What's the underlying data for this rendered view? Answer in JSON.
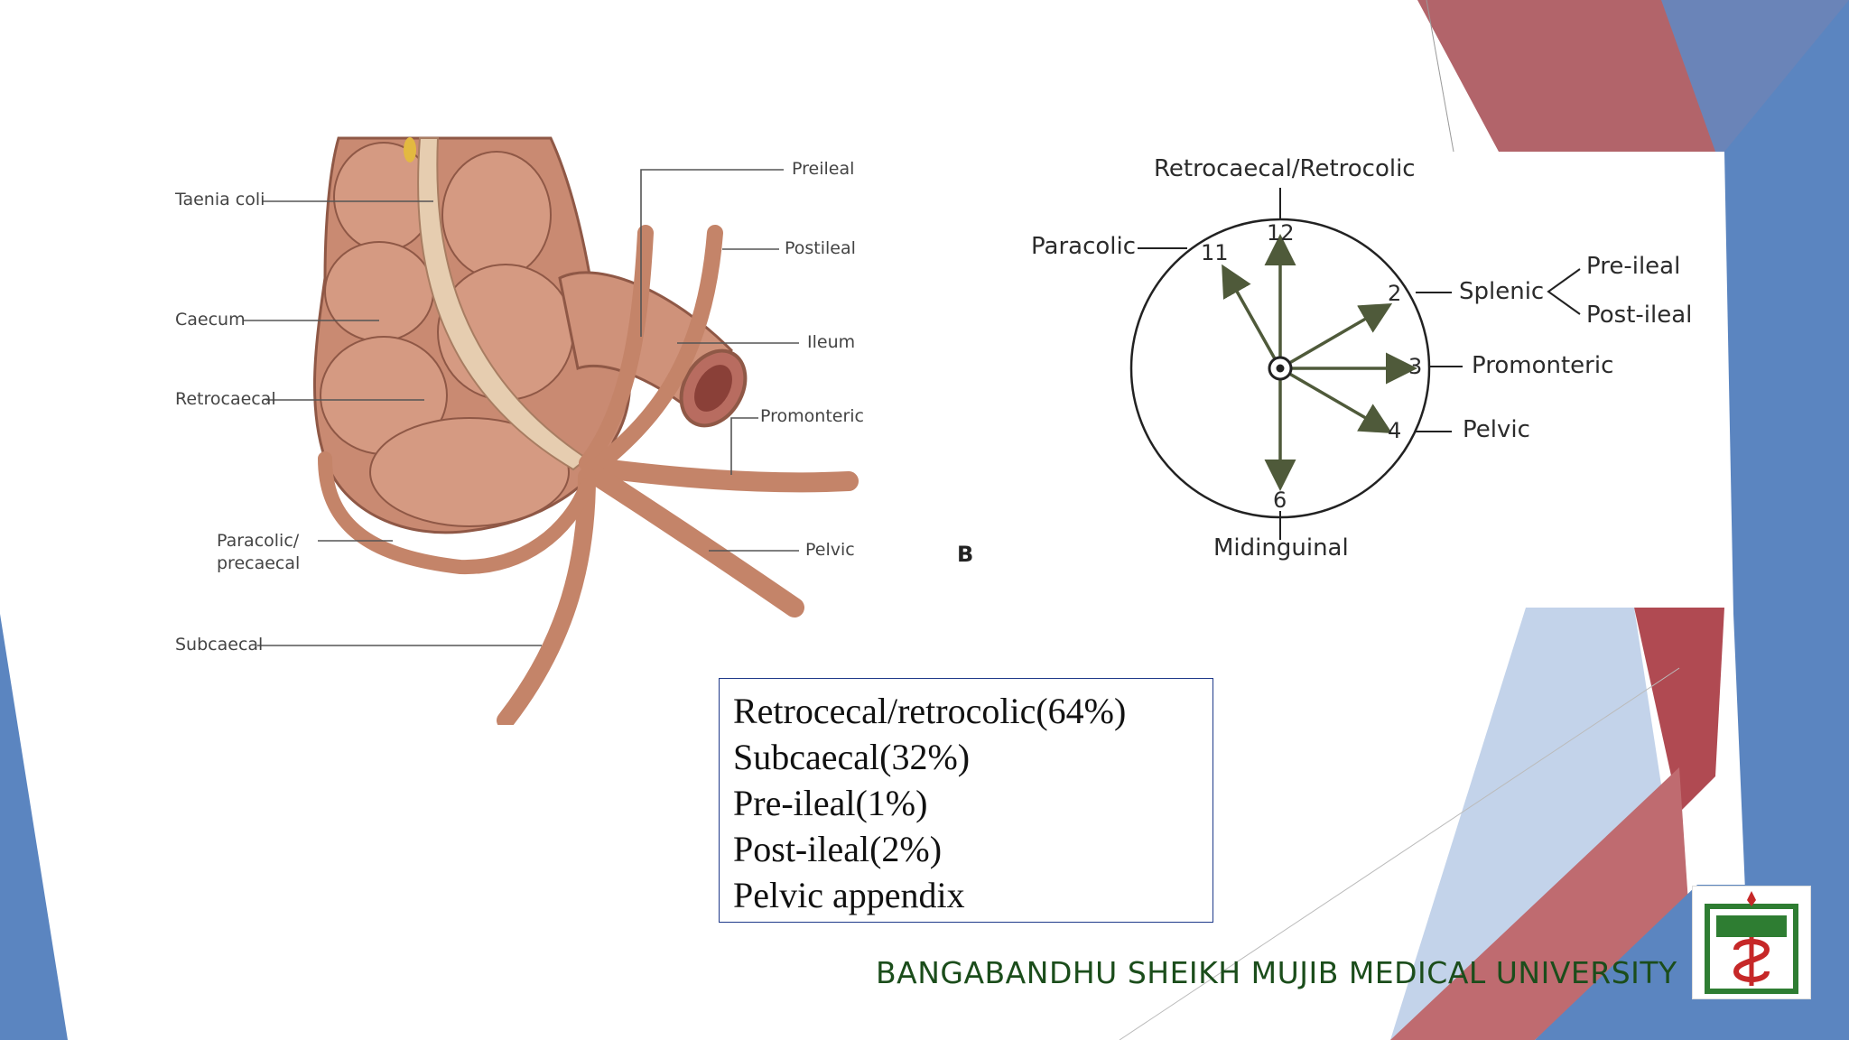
{
  "anatomy": {
    "labels": {
      "taenia_coli": "Taenia coli",
      "caecum": "Caecum",
      "retrocaecal": "Retrocaecal",
      "paracolic_line1": "Paracolic/",
      "paracolic_line2": "precaecal",
      "subcaecal": "Subcaecal",
      "preileal": "Preileal",
      "postileal": "Postileal",
      "ileum": "Ileum",
      "promonteric": "Promonteric",
      "pelvic": "Pelvic"
    }
  },
  "clock": {
    "panel_letter": "B",
    "labels": {
      "top": "Retrocaecal/Retrocolic",
      "paracolic": "Paracolic",
      "splenic": "Splenic",
      "pre_ileal": "Pre-ileal",
      "post_ileal": "Post-ileal",
      "promonteric": "Promonteric",
      "pelvic": "Pelvic",
      "bottom": "Midinguinal"
    },
    "numbers": {
      "n11": "11",
      "n12": "12",
      "n2": "2",
      "n3": "3",
      "n4": "4",
      "n6": "6"
    }
  },
  "positions_text": [
    "Retrocecal/retrocolic(64%)",
    "Subcaecal(32%)",
    "Pre-ileal(1%)",
    "Post-ileal(2%)",
    "Pelvic appendix"
  ],
  "footer": {
    "university": "BANGABANDHU SHEIKH MUJIB MEDICAL UNIVERSITY"
  },
  "colors": {
    "red_accent": "#b85c62",
    "blue_accent": "#5b85c0",
    "tissue": "#c98a72",
    "arrow": "#4f5a3a",
    "footer_text": "#1b4d1b"
  }
}
